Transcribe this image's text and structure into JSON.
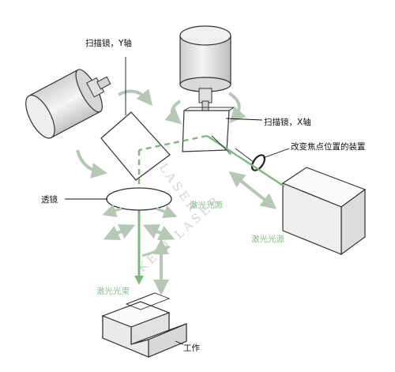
{
  "labels": {
    "scan_mirror_y": "扫描镜，Y轴",
    "scan_mirror_x": "扫描镜，X轴",
    "focus_device": "改变焦点位置的装置",
    "lens": "透镜",
    "laser_source_1": "激光光源",
    "laser_source_2": "激光光源",
    "laser_beam": "激光光束",
    "workpiece": "工作"
  },
  "watermark": {
    "text_1": "KEYI LASER",
    "text_2": "KEYI LASER"
  },
  "colors": {
    "beam": "#7fb87f",
    "arrow": "#b5c7b5",
    "outline": "#333333",
    "body_fill": "#e6e6e6",
    "box_fill": "#f2f2f2"
  }
}
